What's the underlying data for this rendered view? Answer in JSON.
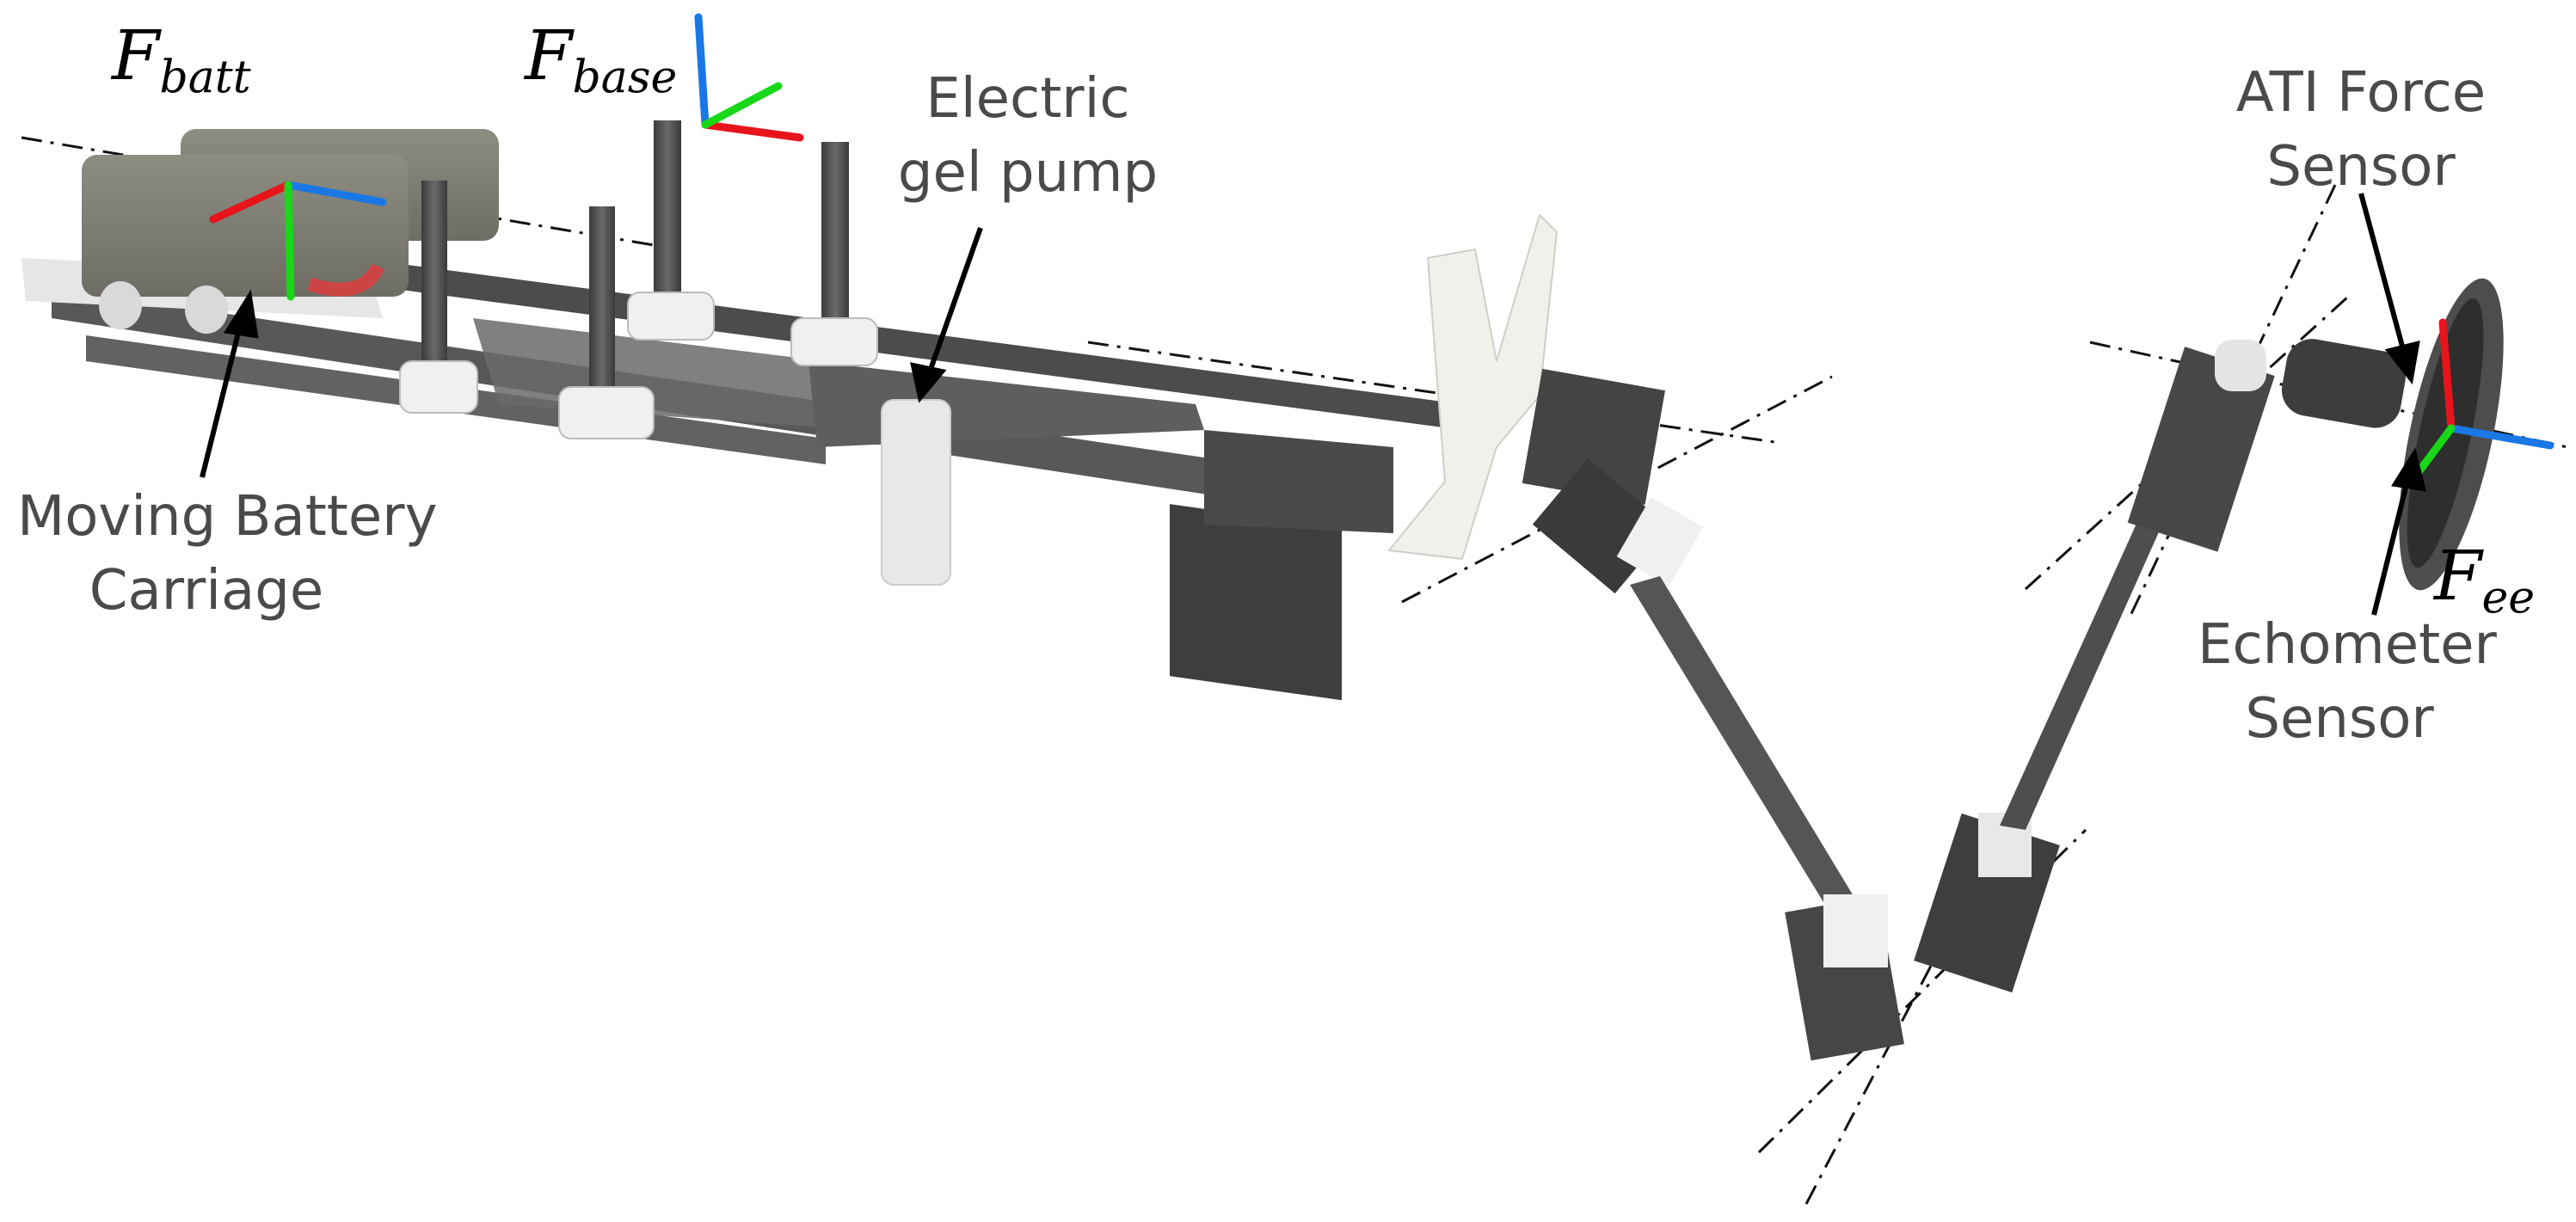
{
  "labels": {
    "battery": [
      "Moving Battery",
      "Carriage"
    ],
    "pump": [
      "Electric",
      "gel pump"
    ],
    "ati": [
      "ATI Force",
      "Sensor"
    ],
    "echometer": [
      "Echometer",
      "Sensor"
    ]
  },
  "frames": {
    "batt": {
      "symbol": "F",
      "sub": "batt"
    },
    "base": {
      "symbol": "F",
      "sub": "base"
    },
    "ee": {
      "symbol": "F",
      "sub": "ee"
    }
  },
  "colors": {
    "axis_x": "#e8141c",
    "axis_y": "#18d818",
    "axis_z": "#1a78e6",
    "metal": "#505050",
    "plastic": "#efefef",
    "battery": "#7e7d72"
  }
}
